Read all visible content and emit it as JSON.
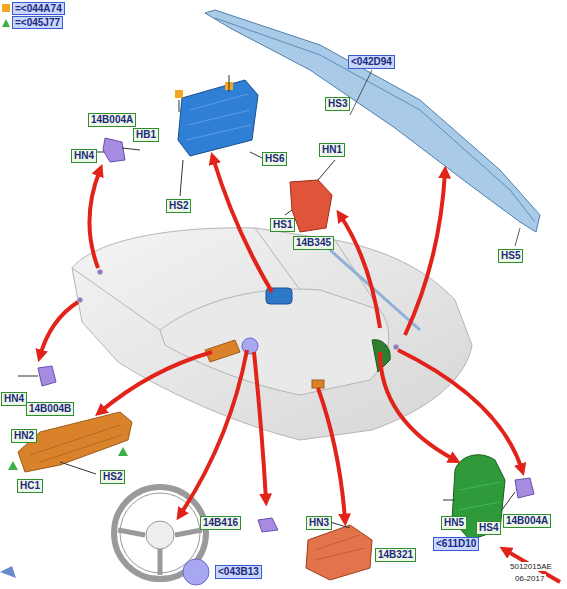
{
  "diagram": {
    "labels": [
      "14B004A",
      "HB1",
      "HN4",
      "HS2",
      "HS6",
      "<042D94",
      "HS3",
      "HN1",
      "HS1",
      "14B345",
      "HS5",
      "HN4",
      "14B004B",
      "HN2",
      "HC1",
      "HS2",
      "14B416",
      "HN3",
      "14B321",
      "<043B13",
      "HN5",
      "HS4",
      "14B004A",
      "<611D10",
      "5012015AE",
      "06-2017"
    ],
    "legend": [
      {
        "text": "=<044A74",
        "color": "#f5a623"
      },
      {
        "text": "=<045J77"
      }
    ]
  }
}
